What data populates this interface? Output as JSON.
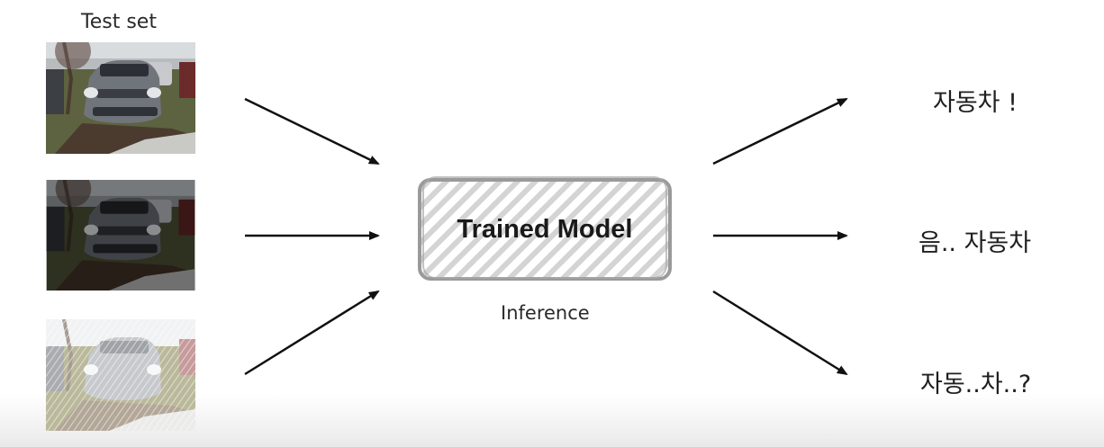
{
  "test_set_label": "Test set",
  "model_label": "Trained Model",
  "inference_label": "Inference",
  "outputs": [
    "자동차 !",
    "음.. 자동차",
    "자동..차..?"
  ],
  "images": [
    {
      "icon": "car-photo-clear-icon"
    },
    {
      "icon": "car-photo-dark-icon"
    },
    {
      "icon": "car-photo-noisy-icon"
    }
  ],
  "colors": {
    "arrow": "#111111",
    "box_border": "#9a9a9a",
    "hatch": "#d4d4d4"
  }
}
